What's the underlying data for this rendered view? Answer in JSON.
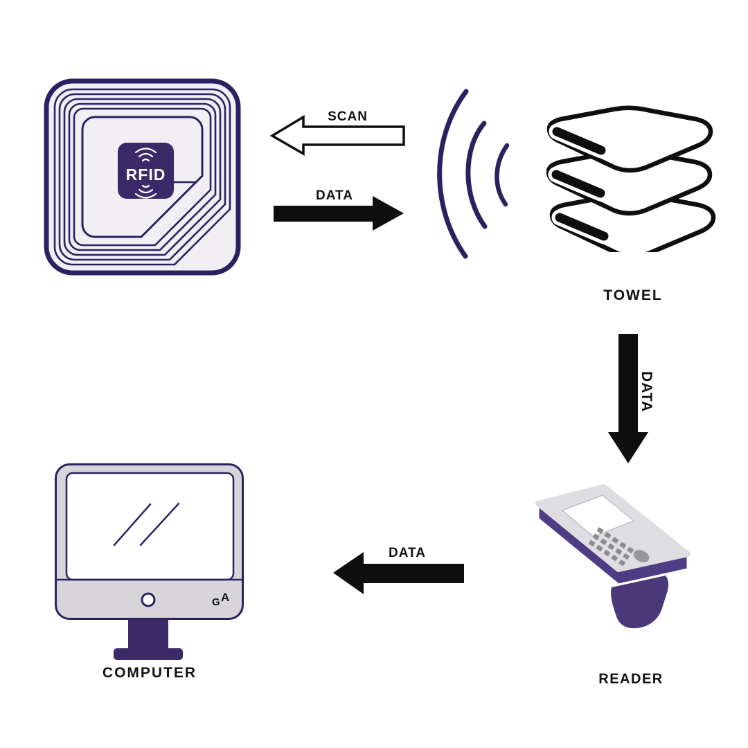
{
  "labels": {
    "scan": "SCAN",
    "data_right": "DATA",
    "data_down": "DATA",
    "data_left": "DATA",
    "towel": "TOWEL",
    "reader": "READER",
    "computer": "COMPUTER",
    "chip": "RFID"
  },
  "computer_logo": {
    "g": "G",
    "a": "A"
  },
  "colors": {
    "outline_navy": "#2b2161",
    "chip_purple": "#3b2a68",
    "reader_body_purple": "#4e3d85",
    "reader_handle_purple": "#4a3878",
    "tag_background": "#f1eff4",
    "monitor_gray": "#d7d5d9",
    "reader_face_gray": "#dedde1",
    "key_gray": "#8c8c90",
    "arrow_black": "#0e0e0e",
    "background": "#ffffff"
  }
}
